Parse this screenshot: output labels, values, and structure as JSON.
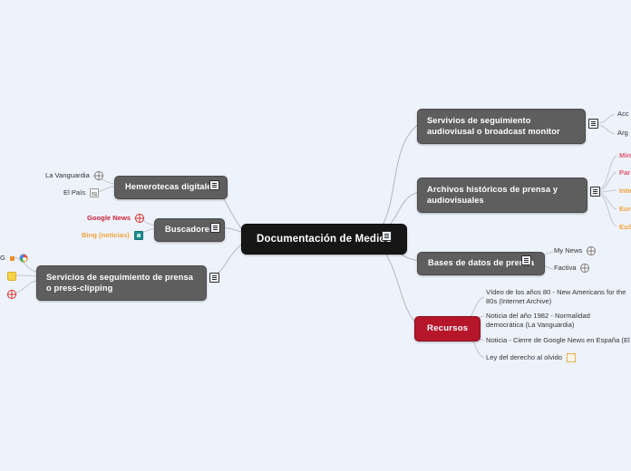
{
  "title": "Documentación de Medios",
  "colors": {
    "background": "#eef2fa",
    "root": "#161616",
    "branch": "#5e5e5e",
    "accent_red": "#b5162a",
    "pink": "#e05a72",
    "orange": "#f0a33c",
    "link": "#b9bcc4"
  },
  "root": {
    "label": "Documentación de Medios",
    "note_icon": "note-icon"
  },
  "branches": {
    "broadcast": {
      "label": "Servivios de seguimiento audioviusal o broadcast monitor",
      "children": [
        {
          "label": "Acc",
          "truncated": true,
          "color": "dark"
        },
        {
          "label": "Arg",
          "truncated": true,
          "color": "dark"
        }
      ]
    },
    "archivos": {
      "label": "Archivos históricos de prensa y audiovisuales",
      "children": [
        {
          "label": "Min",
          "truncated": true,
          "color": "pink"
        },
        {
          "label": "Par",
          "truncated": true,
          "color": "pink"
        },
        {
          "label": "Inte",
          "truncated": true,
          "color": "orange"
        },
        {
          "label": "Eur",
          "truncated": true,
          "color": "orange"
        },
        {
          "label": "EuS",
          "truncated": true,
          "color": "orange"
        }
      ]
    },
    "bases": {
      "label": "Bases de datos de prensa",
      "children": [
        {
          "label": "My News",
          "icon": "globe-icon",
          "color": "dark"
        },
        {
          "label": "Factiva",
          "icon": "globe-icon",
          "color": "dark"
        }
      ]
    },
    "recursos": {
      "label": "Recursos",
      "children": [
        {
          "label": "Vídeo de los años 80 - New Americans for the 80s (Internet Archive)",
          "color": "dark"
        },
        {
          "label": "Noticia del año 1982 - Normalidad democrática (La Vanguardia)",
          "color": "dark"
        },
        {
          "label": "Noticia - Cierre de Google News en España (El Mundo)",
          "icon": "blue-globe-icon",
          "color": "dark"
        },
        {
          "label": "Ley del derecho al olvido",
          "icon": "document-icon",
          "color": "dark"
        }
      ]
    },
    "hemerotecas": {
      "label": "Hemerotecas digitales",
      "children": [
        {
          "label": "La Vanguardia",
          "icon": "globe-icon",
          "color": "dark"
        },
        {
          "label": "El País",
          "icon": "picture-icon",
          "color": "dark"
        }
      ]
    },
    "buscadores": {
      "label": "Buscadores",
      "children": [
        {
          "label": "Google News",
          "icon": "globe-red-icon",
          "color": "red"
        },
        {
          "label": "Bing (noticias)",
          "icon": "bing-icon",
          "color": "orange"
        }
      ]
    },
    "pressclipping": {
      "label": "Servicios de seguimiento de prensa o press-clipping",
      "children": [
        {
          "label": "G",
          "truncated": true,
          "icon": "chrome-icon",
          "color": "dark"
        },
        {
          "label": "",
          "truncated": true,
          "icon": "yellow-icon",
          "color": "dark"
        },
        {
          "label": "",
          "truncated": true,
          "icon": "globe-red-icon",
          "color": "dark"
        }
      ]
    }
  }
}
